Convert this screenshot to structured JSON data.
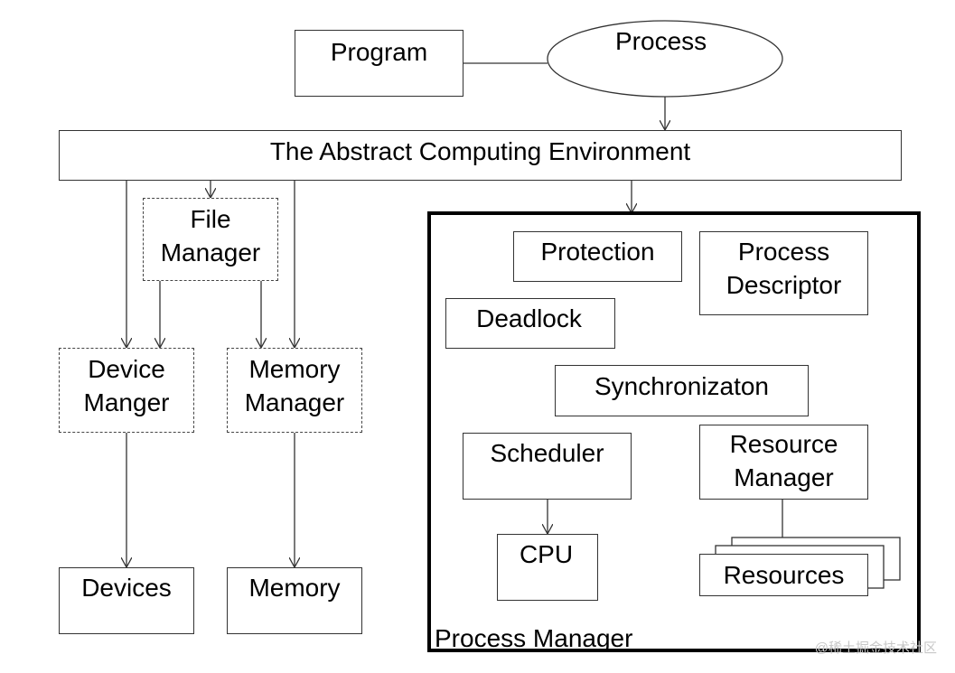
{
  "nodes": {
    "program": "Program",
    "process": "Process",
    "environment": "The Abstract Computing Environment",
    "file_manager": [
      "File",
      "Manager"
    ],
    "device_manager": [
      "Device",
      "Manger"
    ],
    "memory_manager": [
      "Memory",
      "Manager"
    ],
    "devices": "Devices",
    "memory": "Memory",
    "protection": "Protection",
    "process_descriptor": [
      "Process",
      "Descriptor"
    ],
    "deadlock": "Deadlock",
    "synchronization": "Synchronizaton",
    "scheduler": "Scheduler",
    "resource_manager": [
      "Resource",
      "Manager"
    ],
    "cpu": "CPU",
    "resources": "Resources",
    "process_manager": "Process Manager"
  },
  "watermark": "@稀土掘金技术社区"
}
